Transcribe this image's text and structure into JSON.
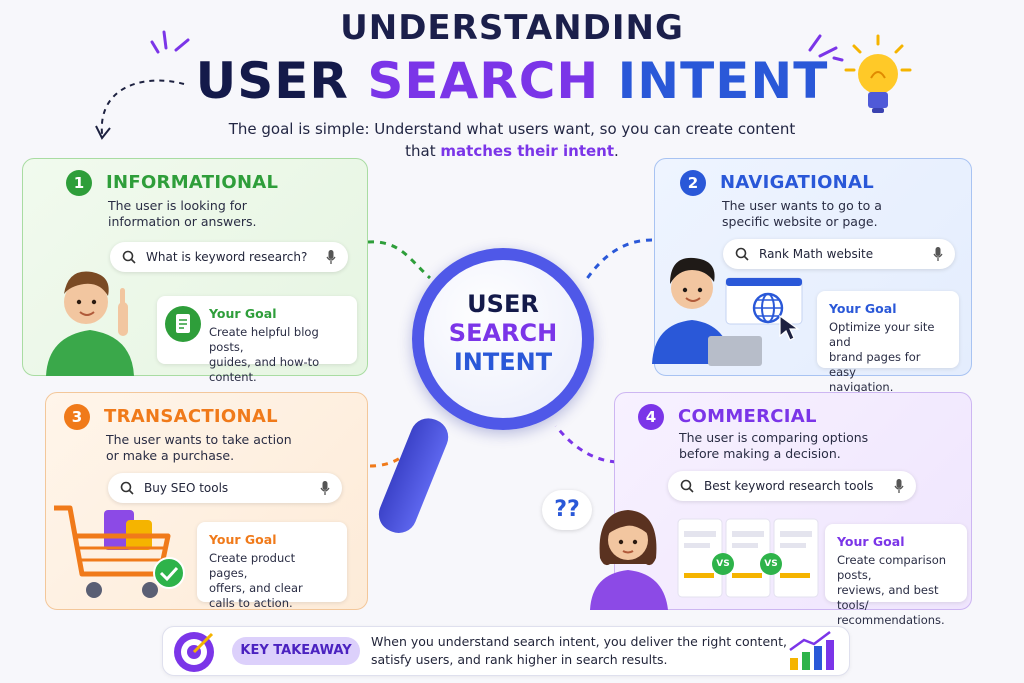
{
  "header": {
    "title_line1": "UNDERSTANDING",
    "title_line2_part1": "USER",
    "title_line2_part2": "SEARCH",
    "title_line2_part3": "INTENT",
    "subtitle_line1": "The goal is simple: Understand what users want, so you can create content",
    "subtitle_line2_prefix": "that ",
    "subtitle_line2_highlight": "matches their intent",
    "subtitle_line2_suffix": "."
  },
  "center": {
    "line1": "USER",
    "line2": "SEARCH",
    "line3": "INTENT"
  },
  "cards": {
    "informational": {
      "number": "1",
      "title": "INFORMATIONAL",
      "desc_line1": "The user is looking for",
      "desc_line2": "information or answers.",
      "query": "What is keyword research?",
      "goal_heading": "Your Goal",
      "goal_line1": "Create helpful blog posts,",
      "goal_line2": "guides, and how-to content.",
      "color": "#2e9e3a"
    },
    "navigational": {
      "number": "2",
      "title": "NAVIGATIONAL",
      "desc_line1": "The user wants to go to a",
      "desc_line2": "specific website or page.",
      "query": "Rank Math website",
      "goal_heading": "Your Goal",
      "goal_line1": "Optimize your site and",
      "goal_line2": "brand pages for easy",
      "goal_line3": "navigation.",
      "color": "#2a58d8"
    },
    "transactional": {
      "number": "3",
      "title": "TRANSACTIONAL",
      "desc_line1": "The user wants to take action",
      "desc_line2": "or make a purchase.",
      "query": "Buy SEO tools",
      "goal_heading": "Your Goal",
      "goal_line1": "Create product pages,",
      "goal_line2": "offers, and clear",
      "goal_line3": "calls to action.",
      "color": "#f07a1a"
    },
    "commercial": {
      "number": "4",
      "title": "COMMERCIAL",
      "desc_line1": "The user is comparing options",
      "desc_line2": "before making a decision.",
      "query": "Best keyword research tools",
      "goal_heading": "Your Goal",
      "goal_line1": "Create comparison posts,",
      "goal_line2": "reviews, and best tools/",
      "goal_line3": "recommendations.",
      "vs_label": "VS",
      "question_marks": "??",
      "color": "#7b35e8"
    }
  },
  "takeaway": {
    "label": "KEY TAKEAWAY",
    "line1": "When you understand search intent, you deliver the right content,",
    "line2": "satisfy users, and rank higher in search results."
  },
  "icons": [
    "search-icon",
    "microphone-icon",
    "document-icon",
    "globe-icon",
    "cursor-icon",
    "laptop-icon",
    "shopping-cart-icon",
    "checkmark-icon",
    "target-icon",
    "growth-chart-icon",
    "lightbulb-icon"
  ]
}
